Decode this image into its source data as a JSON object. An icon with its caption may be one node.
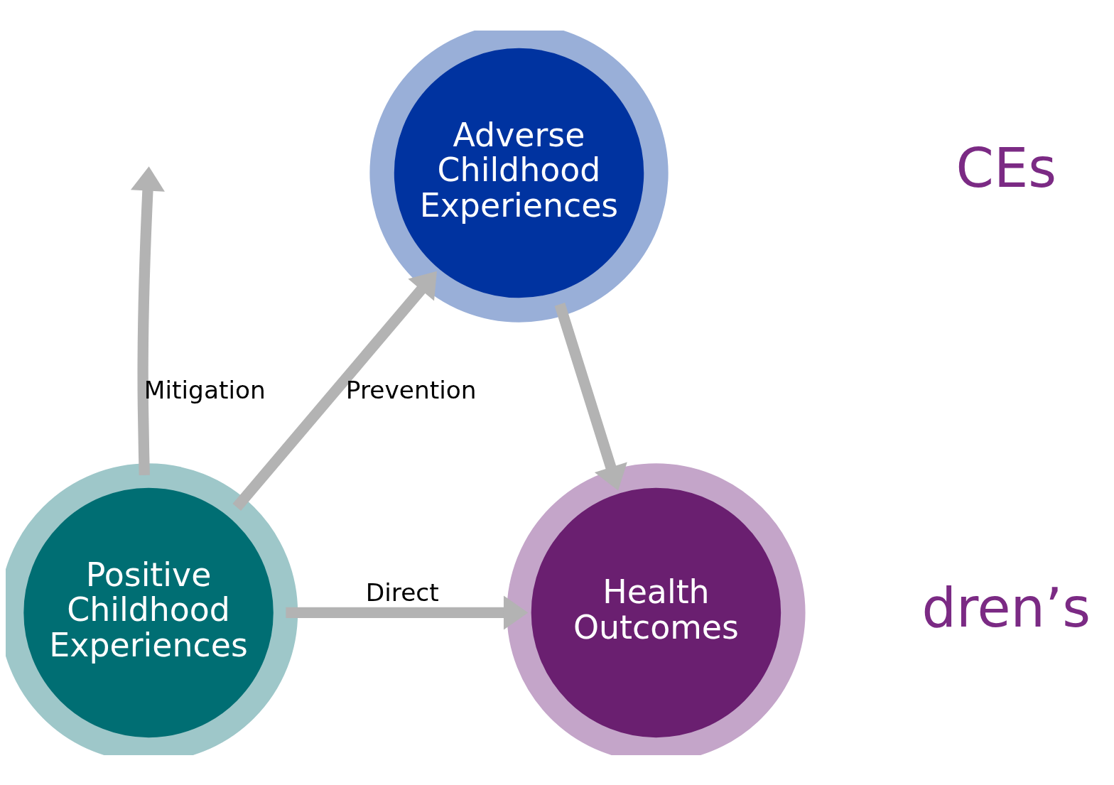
{
  "diagram": {
    "nodes": [
      {
        "text": [
          "Adverse Childhood Experiences"
        ]
      },
      {
        "text": [
          "Positive Childhood Experiences"
        ]
      },
      {
        "text": [
          "Health Outcomes"
        ]
      }
    ],
    "edges": [
      {
        "from": 1,
        "to": 0,
        "arrow": "to",
        "label": "Prevention"
      },
      {
        "from": 0,
        "to": 2,
        "arrow": "to"
      },
      {
        "from": 1,
        "to": null,
        "arrow": "to",
        "label": "Mitigation"
      },
      {
        "from": 1,
        "to": 2,
        "arrow": "to",
        "label": "Direct"
      }
    ],
    "labels": [
      "CEs",
      "dren’s"
    ]
  }
}
